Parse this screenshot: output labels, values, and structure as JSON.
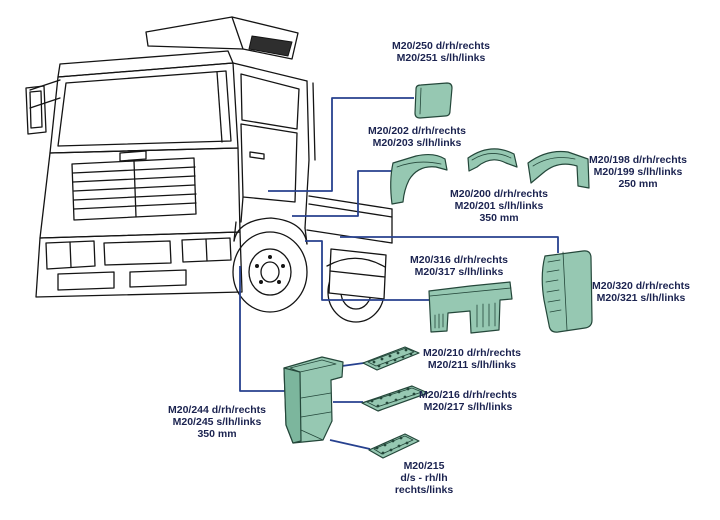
{
  "diagram": {
    "labels": [
      {
        "id": "m20-250",
        "lines": [
          "M20/250 d/rh/rechts",
          "M20/251 s/lh/links"
        ]
      },
      {
        "id": "m20-202",
        "lines": [
          "M20/202 d/rh/rechts",
          "M20/203 s/lh/links"
        ]
      },
      {
        "id": "m20-198",
        "lines": [
          "M20/198 d/rh/rechts",
          "M20/199 s/lh/links",
          "250 mm"
        ]
      },
      {
        "id": "m20-200",
        "lines": [
          "M20/200 d/rh/rechts",
          "M20/201 s/lh/links",
          "350 mm"
        ]
      },
      {
        "id": "m20-316",
        "lines": [
          "M20/316 d/rh/rechts",
          "M20/317 s/lh/links"
        ]
      },
      {
        "id": "m20-320",
        "lines": [
          "M20/320 d/rh/rechts",
          "M20/321 s/lh/links"
        ]
      },
      {
        "id": "m20-210",
        "lines": [
          "M20/210 d/rh/rechts",
          "M20/211 s/lh/links"
        ]
      },
      {
        "id": "m20-216",
        "lines": [
          "M20/216 d/rh/rechts",
          "M20/217 s/lh/links"
        ]
      },
      {
        "id": "m20-244",
        "lines": [
          "M20/244 d/rh/rechts",
          "M20/245 s/lh/links",
          "350 mm"
        ]
      },
      {
        "id": "m20-215",
        "lines": [
          "M20/215",
          "d/s - rh/lh",
          "rechts/links"
        ]
      }
    ],
    "colors": {
      "part_fill": "#96c8b2",
      "part_fill_shade": "#7cb69d",
      "part_stroke": "#24473a",
      "connector_line": "#27418f",
      "label_text": "#1b2350",
      "truck_line": "#141414",
      "deflector_dark": "#2e2e2e",
      "background": "#ffffff"
    }
  }
}
